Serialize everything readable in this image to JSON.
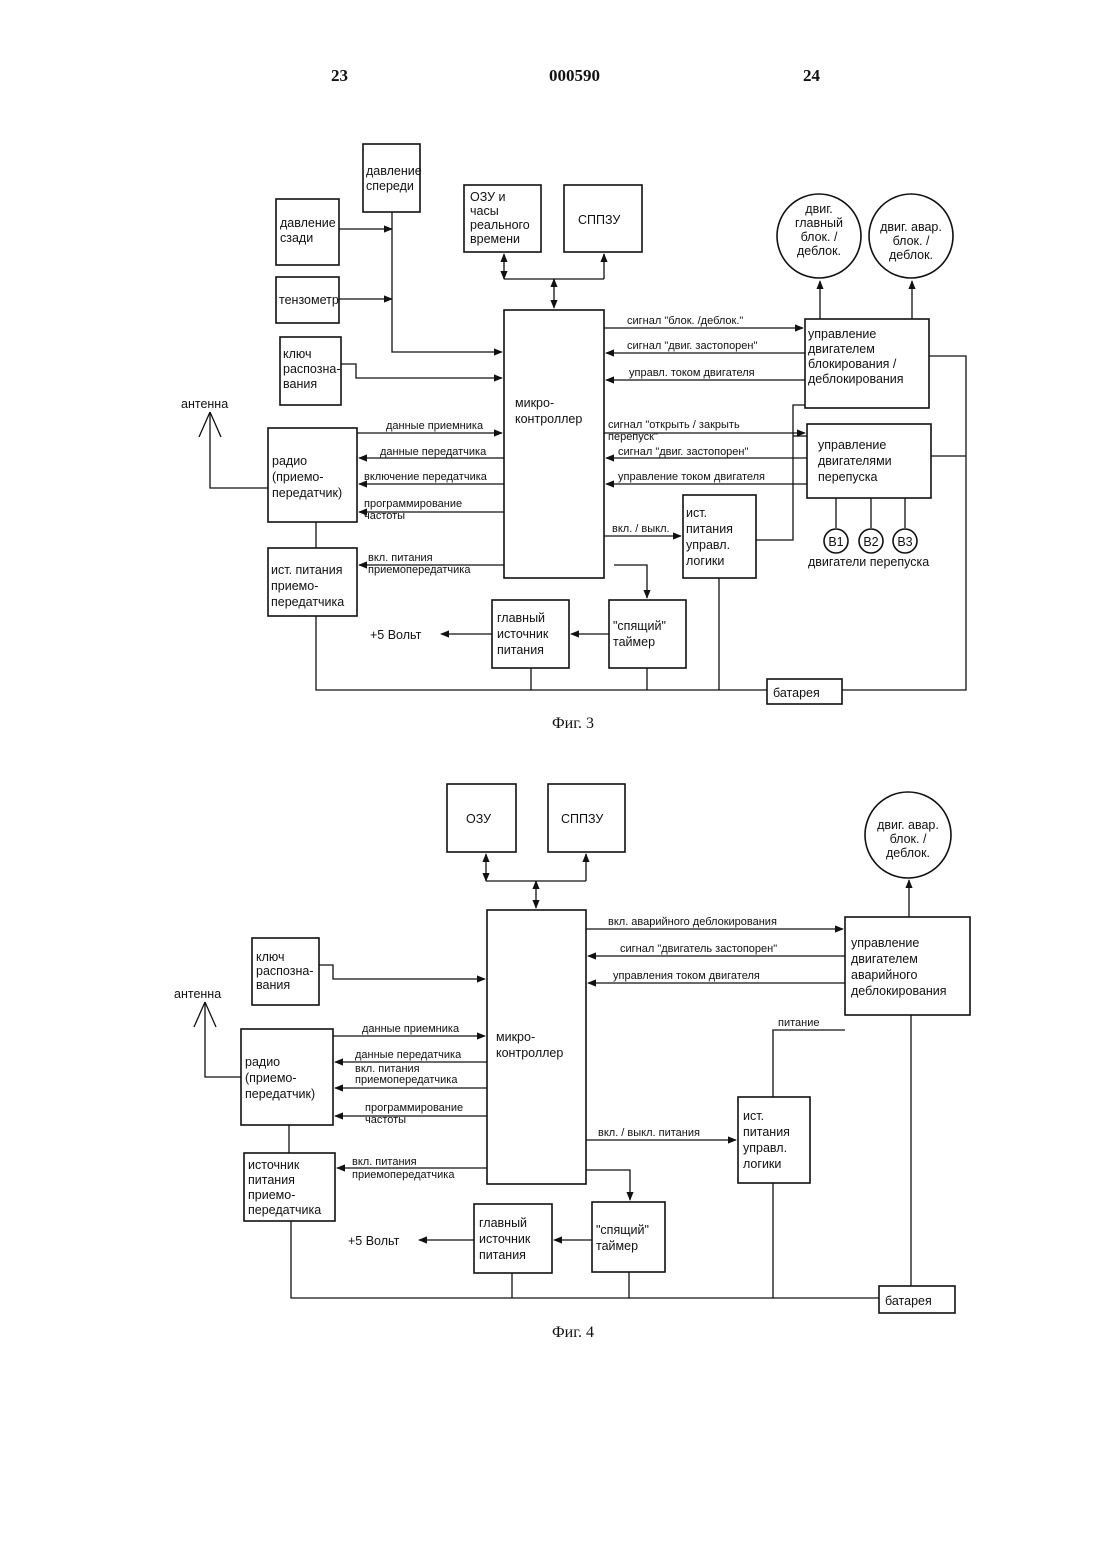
{
  "header": {
    "left_page": "23",
    "doc_number": "000590",
    "right_page": "24"
  },
  "fig3": {
    "caption": "Фиг. 3",
    "boxes": {
      "front_pressure": [
        "давление",
        "спереди"
      ],
      "rear_pressure": [
        "давление",
        "сзади"
      ],
      "strain_gauge": [
        "тензометр"
      ],
      "key": [
        "ключ",
        "распозна-",
        "вания"
      ],
      "ram_clock": [
        "ОЗУ и",
        "часы",
        "реального",
        "времени"
      ],
      "eeprom": [
        "СППЗУ"
      ],
      "mcu": [
        "микро-",
        "контроллер"
      ],
      "main_motor": [
        "двиг.",
        "главный",
        "блок. /",
        "деблок."
      ],
      "emerg_motor": [
        "двиг. авар.",
        "блок. /",
        "деблок."
      ],
      "lock_ctrl": [
        "управление",
        "двигателем",
        "блокирования /",
        "деблокирования"
      ],
      "bypass_ctrl": [
        "управление",
        "двигателями",
        "перепуска"
      ],
      "radio": [
        "радио",
        "(приемо-",
        "передатчик)"
      ],
      "logic_psu": [
        "ист.",
        "питания",
        "управл.",
        "логики"
      ],
      "radio_psu": [
        "ист. питания",
        "приемо-",
        "передатчика"
      ],
      "main_psu": [
        "главный",
        "источник",
        "питания"
      ],
      "sleep_timer": [
        "\"спящий\"",
        "таймер"
      ],
      "battery": [
        "батарея"
      ]
    },
    "antenna": "антенна",
    "bypass_motors": [
      "B1",
      "B2",
      "B3"
    ],
    "bypass_motors_label": "двигатели перепуска",
    "volt": "+5 Вольт",
    "signals": {
      "lock_unlock": "сигнал \"блок. /деблок.\"",
      "motor_stalled": "сигнал \"двиг. застопорен\"",
      "motor_current": "управл. током двигателя",
      "open_close": [
        "сигнал \"открыть / закрыть",
        "перепуск\""
      ],
      "motor_stalled2": "сигнал \"двиг. застопорен\"",
      "motor_current2": "управление током двигателя",
      "rx_data": "данные приемника",
      "tx_data": "данные передатчика",
      "tx_enable": "включение передатчика",
      "freq_prog": [
        "программирование",
        "частоты"
      ],
      "power_onoff": "вкл. / выкл.",
      "trx_power": [
        "вкл. питания",
        "приемопередатчика"
      ]
    }
  },
  "fig4": {
    "caption": "Фиг. 4",
    "boxes": {
      "ram": [
        "ОЗУ"
      ],
      "eeprom": [
        "СППЗУ"
      ],
      "emerg_motor": [
        "двиг. авар.",
        "блок. /",
        "деблок."
      ],
      "key": [
        "ключ",
        "распозна-",
        "вания"
      ],
      "mcu": [
        "микро-",
        "контроллер"
      ],
      "emerg_ctrl": [
        "управление",
        "двигателем",
        "аварийного",
        "деблокирования"
      ],
      "radio": [
        "радио",
        "(приемо-",
        "передатчик)"
      ],
      "logic_psu": [
        "ист.",
        "питания",
        "управл.",
        "логики"
      ],
      "radio_psu": [
        "источник",
        "питания",
        "приемо-",
        "передатчика"
      ],
      "main_psu": [
        "главный",
        "источник",
        "питания"
      ],
      "sleep_timer": [
        "\"спящий\"",
        "таймер"
      ],
      "battery": [
        "батарея"
      ]
    },
    "antenna": "антенна",
    "volt": "+5 Вольт",
    "power_label": "питание",
    "signals": {
      "emerg_unlock_on": "вкл. аварийного деблокирования",
      "motor_stalled": "сигнал \"двигатель застопорен\"",
      "motor_current": "управления током двигателя",
      "rx_data": "данные приемника",
      "tx_data": "данные передатчика",
      "trx_power": [
        "вкл. питания",
        "приемопередатчика"
      ],
      "freq_prog": [
        "программирование",
        "частоты"
      ],
      "power_onoff": "вкл. / выкл. питания",
      "trx_power2": [
        "вкл. питания",
        "приемопередатчика"
      ]
    }
  }
}
